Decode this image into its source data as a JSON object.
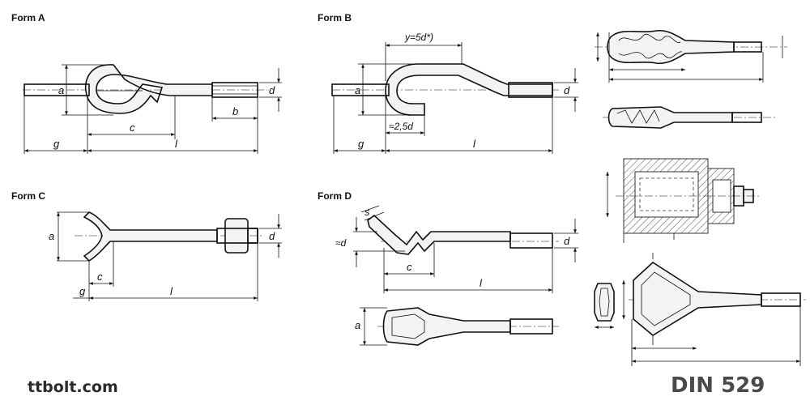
{
  "forms": {
    "a": {
      "label": "Form A",
      "dims": {
        "a": "a",
        "d": "d",
        "b": "b",
        "c": "c",
        "g": "g",
        "l": "l"
      }
    },
    "b": {
      "label": "Form B",
      "dims": {
        "y": "y=5d*)",
        "a": "a",
        "d": "d",
        "bend": "≈2,5d",
        "g": "g",
        "l": "l"
      }
    },
    "c": {
      "label": "Form C",
      "dims": {
        "a": "a",
        "d": "d",
        "c": "c",
        "g": "g",
        "l": "l"
      }
    },
    "d": {
      "label": "Form D",
      "dims": {
        "s": "s",
        "approx_d": "≈d",
        "d": "d",
        "c": "c",
        "l": "l",
        "a": "a"
      }
    }
  },
  "footer": {
    "site": "ttbolt.com",
    "standard": "DIN 529"
  }
}
